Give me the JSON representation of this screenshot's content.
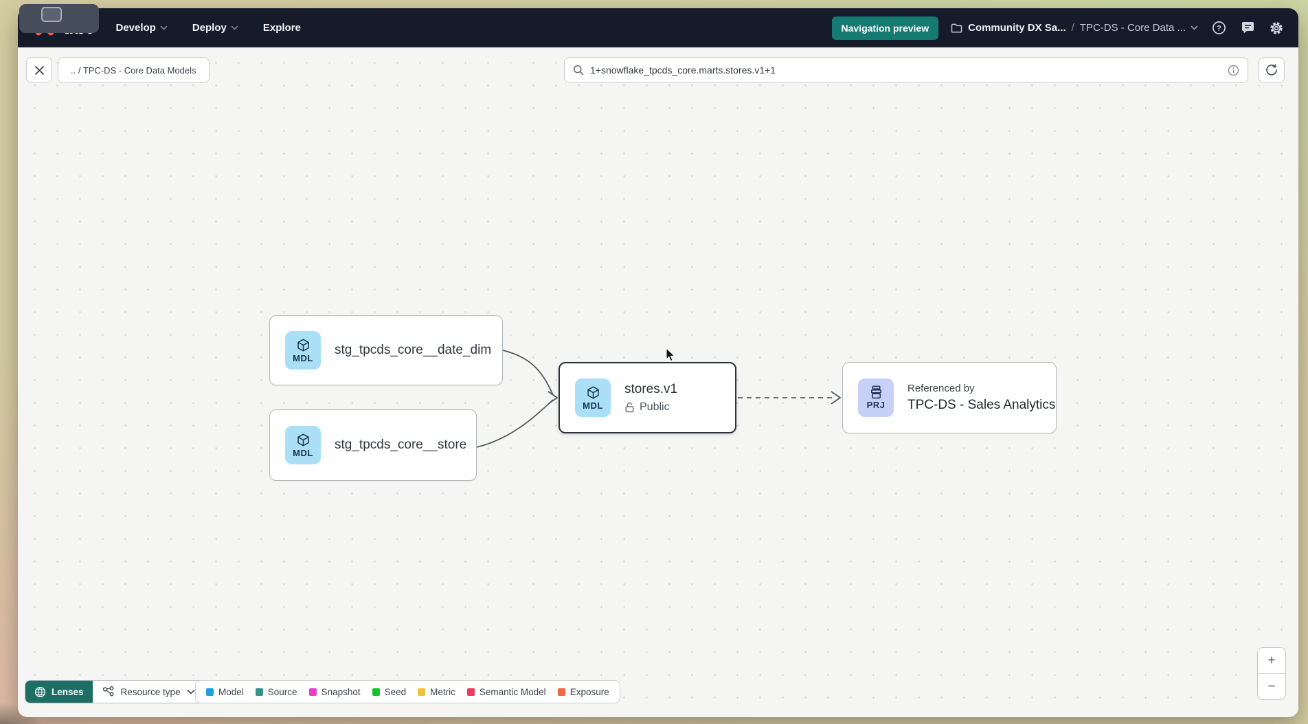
{
  "nav": {
    "logo_text": "dbt",
    "menu": [
      {
        "label": "Develop"
      },
      {
        "label": "Deploy"
      },
      {
        "label": "Explore"
      }
    ],
    "preview_button_label": "Navigation preview",
    "breadcrumb": {
      "project": "Community DX Sa...",
      "separator": "/",
      "section": "TPC-DS - Core Data ..."
    },
    "colors": {
      "navbar_bg": "#151b29",
      "accent_teal": "#157a71",
      "logo_orange": "#ff5c35"
    }
  },
  "toolbar": {
    "path_pill": ".. / TPC-DS - Core Data Models",
    "search_value": "1+snowflake_tpcds_core.marts.stores.v1+1"
  },
  "graph": {
    "nodes": [
      {
        "badge": "MDL",
        "label": "stg_tpcds_core__date_dim"
      },
      {
        "badge": "MDL",
        "label": "stg_tpcds_core__store"
      },
      {
        "badge": "MDL",
        "label": "stores.v1",
        "access": "Public",
        "selected": "true"
      },
      {
        "badge": "PRJ",
        "pretitle": "Referenced by",
        "label": "TPC-DS - Sales Analytics"
      }
    ],
    "badge_colors": {
      "model_bg": "#abdff7",
      "project_bg": "#c7d1f8"
    }
  },
  "legend": {
    "lenses_label": "Lenses",
    "resource_type_label": "Resource type",
    "items": [
      {
        "label": "Model",
        "color": "#1f9fe1"
      },
      {
        "label": "Source",
        "color": "#35938c"
      },
      {
        "label": "Snapshot",
        "color": "#e73fc7"
      },
      {
        "label": "Seed",
        "color": "#13c32b"
      },
      {
        "label": "Metric",
        "color": "#ecc33a"
      },
      {
        "label": "Semantic Model",
        "color": "#eb3b5e"
      },
      {
        "label": "Exposure",
        "color": "#ef6844"
      }
    ]
  },
  "zoom_controls": {
    "zoom_in": "+",
    "zoom_out": "−"
  }
}
